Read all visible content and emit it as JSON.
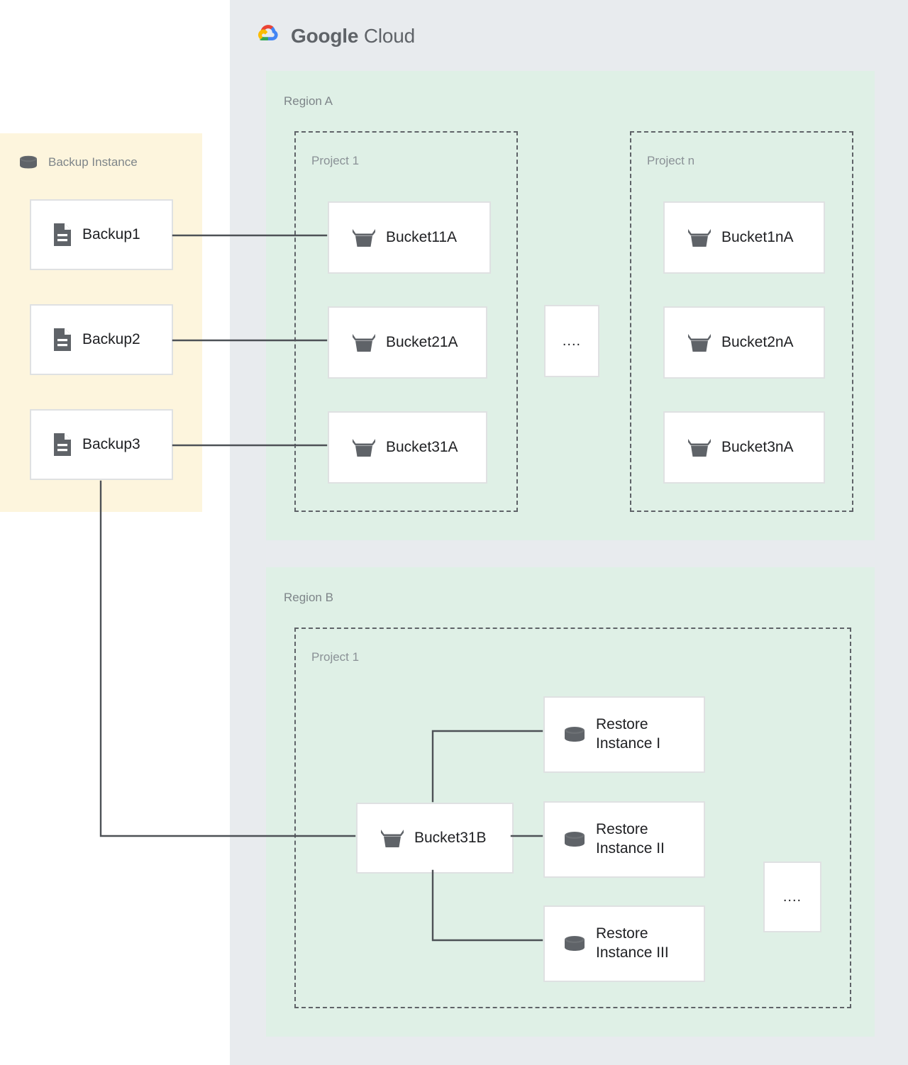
{
  "cloud": {
    "brand_name_bold": "Google",
    "brand_name_light": " Cloud",
    "logo_icon": "google-cloud-logo-icon",
    "panel_color": "#e8ebee",
    "logo_colors": {
      "red": "#ea4335",
      "blue": "#4285f4",
      "yellow": "#fbbc04",
      "green": "#34a853"
    }
  },
  "backup_instance": {
    "title": "Backup Instance",
    "icon": "database-cylinder-icon",
    "panel_color": "#fdf5dd",
    "backups": [
      {
        "label": "Backup1",
        "icon": "document-icon"
      },
      {
        "label": "Backup2",
        "icon": "document-icon"
      },
      {
        "label": "Backup3",
        "icon": "document-icon"
      }
    ]
  },
  "regions": [
    {
      "label": "Region A",
      "panel_color": "#dff0e6",
      "projects": [
        {
          "label": "Project 1",
          "buckets": [
            {
              "label": "Bucket11A",
              "icon": "storage-bucket-icon"
            },
            {
              "label": "Bucket21A",
              "icon": "storage-bucket-icon"
            },
            {
              "label": "Bucket31A",
              "icon": "storage-bucket-icon"
            }
          ]
        },
        {
          "label": "Project n",
          "buckets": [
            {
              "label": "Bucket1nA",
              "icon": "storage-bucket-icon"
            },
            {
              "label": "Bucket2nA",
              "icon": "storage-bucket-icon"
            },
            {
              "label": "Bucket3nA",
              "icon": "storage-bucket-icon"
            }
          ]
        }
      ],
      "ellipsis": "...."
    },
    {
      "label": "Region B",
      "panel_color": "#dff0e6",
      "projects": [
        {
          "label": "Project 1",
          "buckets": [
            {
              "label": "Bucket31B",
              "icon": "storage-bucket-icon"
            }
          ],
          "restore_instances": [
            {
              "label": "Restore\nInstance I",
              "icon": "database-cylinder-icon"
            },
            {
              "label": "Restore\nInstance II",
              "icon": "database-cylinder-icon"
            },
            {
              "label": "Restore\nInstance III",
              "icon": "database-cylinder-icon"
            }
          ]
        }
      ],
      "ellipsis": "...."
    }
  ],
  "connections": [
    {
      "from": "Backup1",
      "to": "Bucket11A"
    },
    {
      "from": "Backup2",
      "to": "Bucket21A"
    },
    {
      "from": "Backup3",
      "to": "Bucket31A"
    },
    {
      "from": "Backup3",
      "to": "Bucket31B"
    },
    {
      "from": "Bucket31B",
      "to": "Restore Instance I"
    },
    {
      "from": "Bucket31B",
      "to": "Restore Instance II"
    },
    {
      "from": "Bucket31B",
      "to": "Restore Instance III"
    }
  ],
  "style": {
    "connector_color": "#4d5156",
    "card_border": "#dfe1e2",
    "label_gray": "#7e8589"
  }
}
